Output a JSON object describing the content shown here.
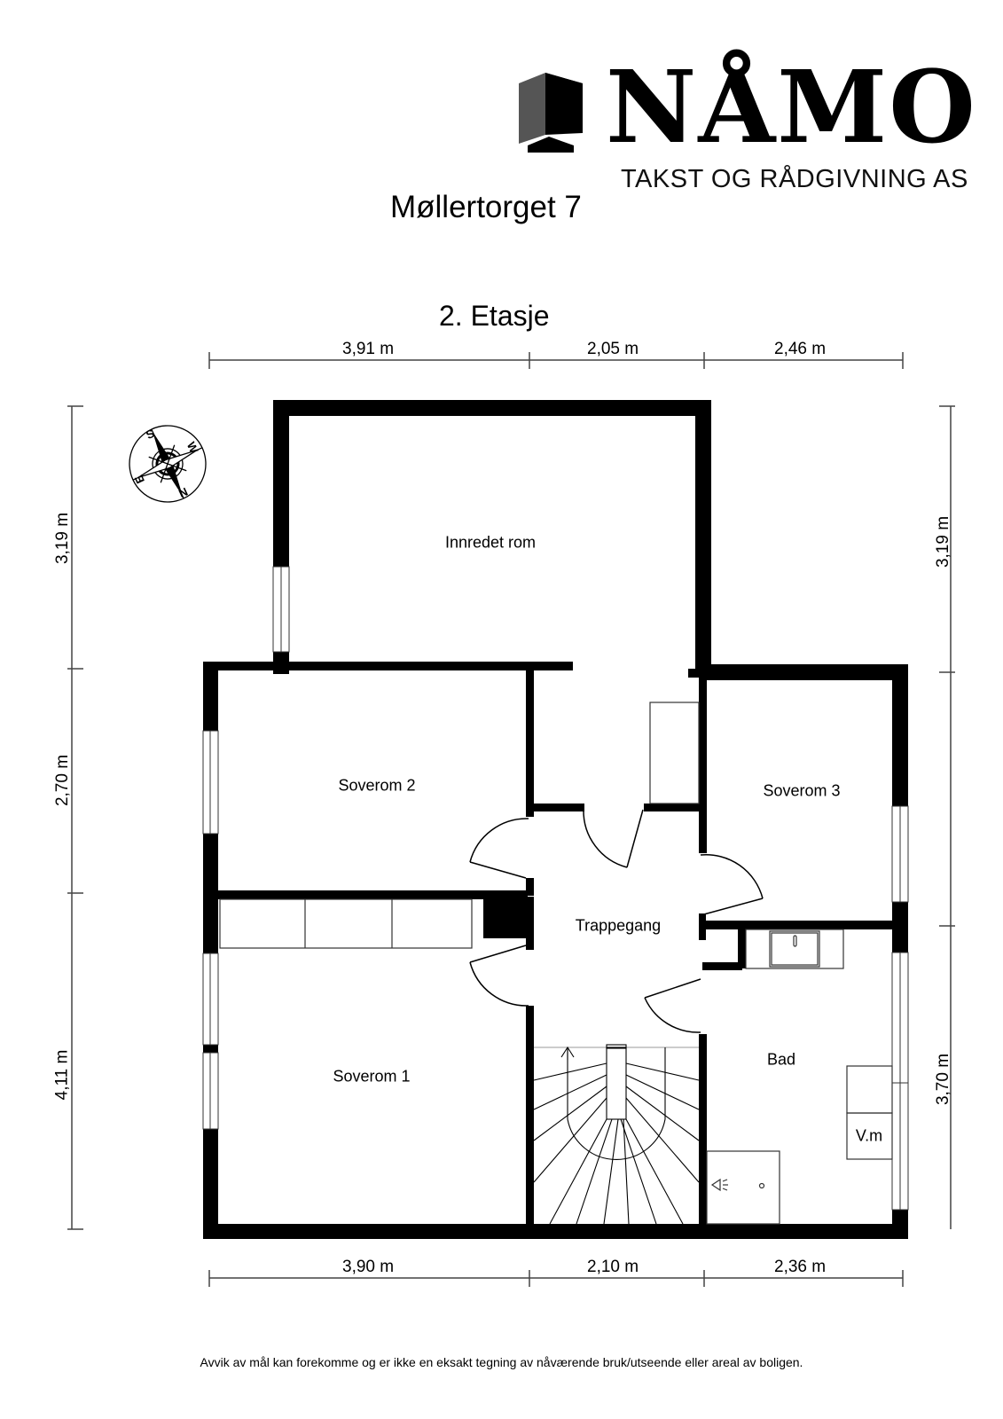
{
  "brand": {
    "wordmark": "NÅMO",
    "tagline": "TAKST OG RÅDGIVNING AS",
    "logo_icon": "house-corner-icon"
  },
  "header": {
    "address": "Møllertorget 7",
    "floor_title": "2. Etasje"
  },
  "dimensions": {
    "top": [
      "3,91 m",
      "2,05 m",
      "2,46 m"
    ],
    "bottom": [
      "3,90 m",
      "2,10 m",
      "2,36 m"
    ],
    "left": [
      "3,19 m",
      "2,70 m",
      "4,11 m"
    ],
    "right": [
      "3,19 m",
      "3,70 m"
    ]
  },
  "rooms": [
    {
      "name": "Innredet rom"
    },
    {
      "name": "Soverom 2"
    },
    {
      "name": "Soverom 3"
    },
    {
      "name": "Trappegang"
    },
    {
      "name": "Soverom 1"
    },
    {
      "name": "Bad"
    }
  ],
  "fixtures": {
    "washing_machine_label": "V.m"
  },
  "compass": {
    "icon": "compass-rose-icon",
    "letters": [
      "S",
      "W",
      "N",
      "E"
    ]
  },
  "colors": {
    "wall": "#000000",
    "logo_dark": "#000000",
    "logo_grey": "#555555",
    "dimension_line": "#444444"
  },
  "footer": {
    "disclaimer": "Avvik av mål kan forekomme og er ikke en eksakt tegning av nåværende bruk/utseende eller areal av boligen."
  }
}
